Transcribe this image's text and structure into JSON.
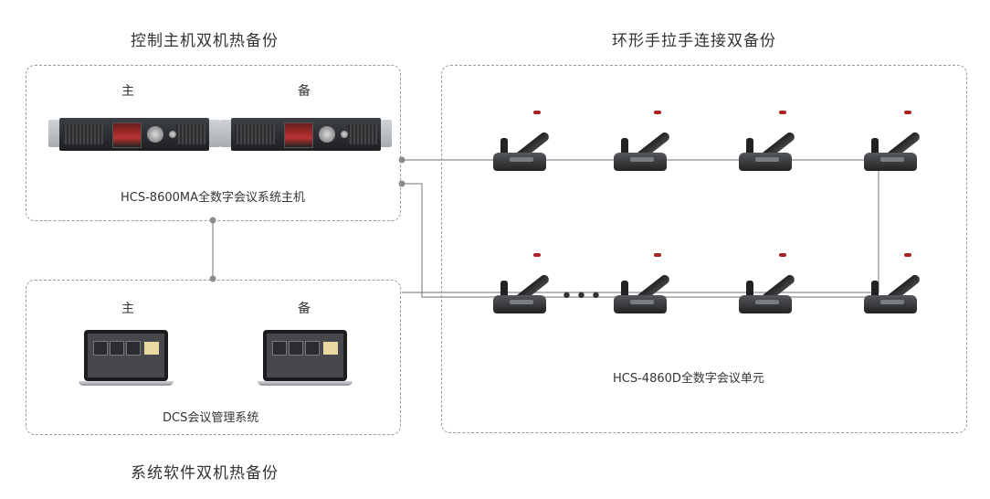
{
  "titles": {
    "host_backup": "控制主机双机热备份",
    "ring_backup": "环形手拉手连接双备份",
    "software_backup": "系统软件双机热备份"
  },
  "host_group": {
    "main_tag": "主",
    "backup_tag": "备",
    "caption": "HCS-8600MA全数字会议系统主机"
  },
  "software_group": {
    "main_tag": "主",
    "backup_tag": "备",
    "caption": "DCS会议管理系统"
  },
  "unit_group": {
    "caption": "HCS-4860D全数字会议单元",
    "ellipsis": "•••"
  },
  "colors": {
    "dashed_border": "#9a9a9a",
    "wire": "#8c8c8c",
    "node": "#8a8a8a"
  },
  "icons": [
    "rack-host-icon",
    "laptop-icon",
    "conference-mic-unit-icon"
  ]
}
